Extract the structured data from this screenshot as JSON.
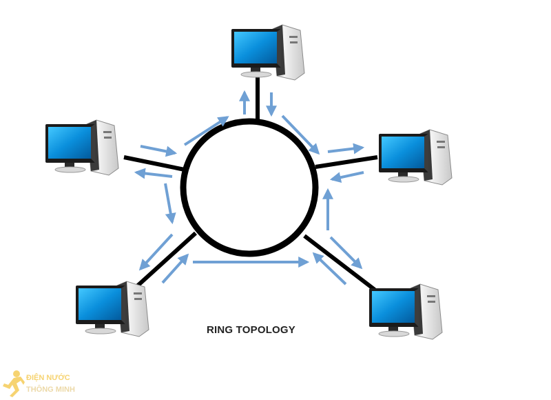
{
  "diagram": {
    "caption": "RING TOPOLOGY",
    "ring_color": "#000000",
    "arrow_color": "#6fa0d4",
    "nodes": [
      {
        "id": "top",
        "icon": "desktop-computer-icon"
      },
      {
        "id": "right",
        "icon": "desktop-computer-icon"
      },
      {
        "id": "bottom-right",
        "icon": "desktop-computer-icon"
      },
      {
        "id": "bottom-left",
        "icon": "desktop-computer-icon"
      },
      {
        "id": "left",
        "icon": "desktop-computer-icon"
      }
    ]
  },
  "watermark": {
    "line1": "ĐIỆN NƯỚC",
    "line2": "THÔNG MINH",
    "icon": "running-figure-logo-icon",
    "color": "#f4c542"
  }
}
